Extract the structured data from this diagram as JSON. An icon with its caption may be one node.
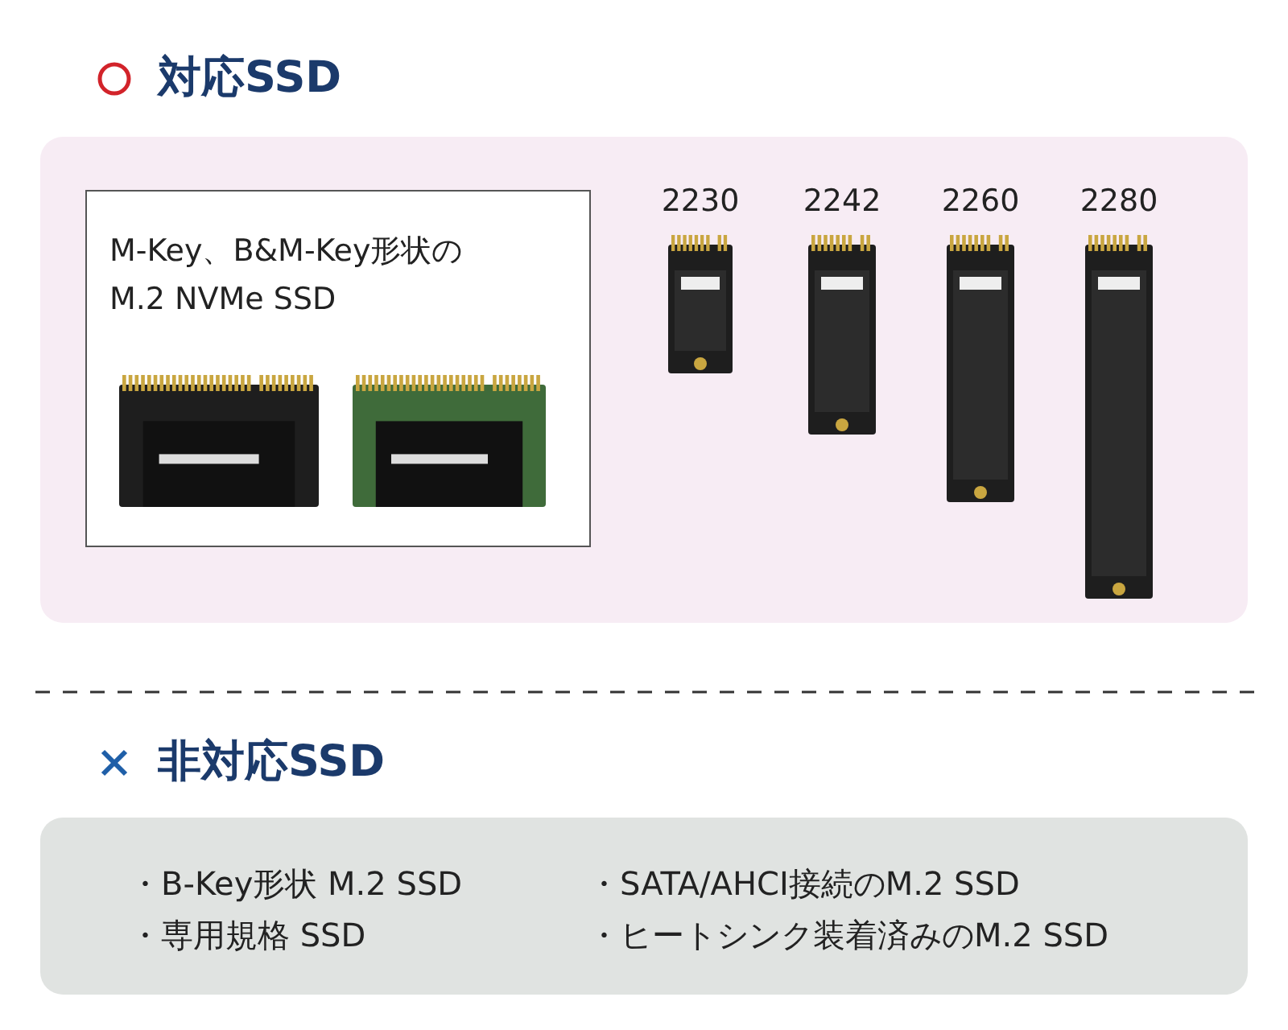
{
  "diagram": {
    "nodes": [
      {
        "text": [
          "対応SSD"
        ]
      },
      {
        "text": [
          "M-Key、B&M-Key形状の M.2 NVMe SSD"
        ],
        "in": 0
      },
      {
        "text": [],
        "shape": "picture",
        "in": 1
      },
      {
        "text": [],
        "shape": "picture",
        "in": 1
      },
      {
        "text": [],
        "shape": "picture",
        "in": 0,
        "beside": [
          "2230"
        ]
      },
      {
        "text": [],
        "shape": "picture",
        "in": 0,
        "beside": [
          "2242"
        ]
      },
      {
        "text": [],
        "shape": "picture",
        "in": 0,
        "beside": [
          "2260"
        ]
      },
      {
        "text": [],
        "shape": "picture",
        "in": 0,
        "beside": [
          "2280"
        ]
      },
      {
        "text": [
          "非対応SSD",
          "・B-Key形状 M.2 SSD",
          "・SATA/AHCI接続のM.2 SSD",
          "・専用規格 SSD",
          "・ヒートシンク装着済みのM.2 SSD"
        ]
      }
    ],
    "edges": []
  }
}
